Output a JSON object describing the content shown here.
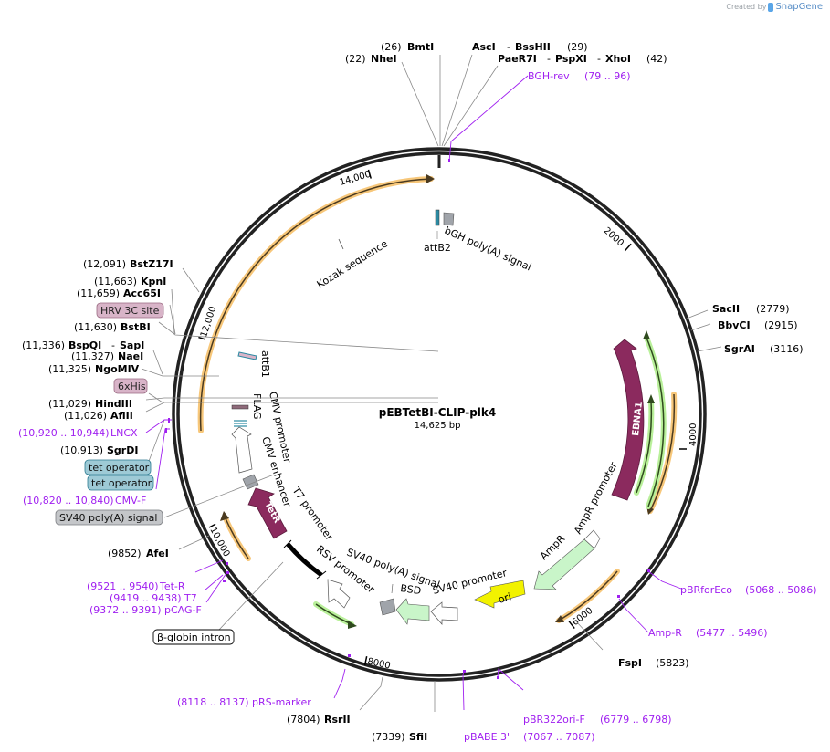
{
  "credit": {
    "prefix": "Created by",
    "brand": "SnapGene"
  },
  "plasmid": {
    "name": "pEBTetBI-CLIP-plk4",
    "length_label": "14,625 bp",
    "length": 14625
  },
  "colors": {
    "backbone": "#222222",
    "enzyme_text": "#000000",
    "primer": "#a020f0",
    "orf_orange": "#f5b24a",
    "orf_green": "#9ae36a",
    "tetr_ebna": "#8b2a5e",
    "ori": "#f2f200",
    "resistance": "#c9f5c9",
    "tag_pink": "#d8b4c8",
    "tet_op": "#9ecad6",
    "polyA_gray": "#a0a4aa"
  },
  "ticks": [
    {
      "label": "2000"
    },
    {
      "label": "4000"
    },
    {
      "label": "6000"
    },
    {
      "label": "8000"
    },
    {
      "label": "10,000"
    },
    {
      "label": "12,000"
    },
    {
      "label": "14,000"
    }
  ],
  "enzymes": [
    {
      "name": "NheI",
      "pos": "(22)"
    },
    {
      "name": "BmtI",
      "pos": "(26)"
    },
    {
      "name": "AscI",
      "sep": "-",
      "name2": "BssHII",
      "pos": "(29)"
    },
    {
      "name": "PaeR7I",
      "name2": "PspXI",
      "name3": "XhoI",
      "pos": "(42)"
    },
    {
      "name": "SacII",
      "pos": "(2779)"
    },
    {
      "name": "BbvCI",
      "pos": "(2915)"
    },
    {
      "name": "SgrAI",
      "pos": "(3116)"
    },
    {
      "name": "FspI",
      "pos": "(5823)"
    },
    {
      "name": "SfiI",
      "pos": "(7339)"
    },
    {
      "name": "RsrII",
      "pos": "(7804)"
    },
    {
      "name": "AfeI",
      "pos": "(9852)"
    },
    {
      "name": "SgrDI",
      "pos": "(10,913)"
    },
    {
      "name": "AflII",
      "pos": "(11,026)"
    },
    {
      "name": "HindIII",
      "pos": "(11,029)"
    },
    {
      "name": "NgoMIV",
      "pos": "(11,325)"
    },
    {
      "name": "NaeI",
      "pos": "(11,327)"
    },
    {
      "name": "BspQI",
      "name2": "SapI",
      "pos": "(11,336)"
    },
    {
      "name": "BstBI",
      "pos": "(11,630)"
    },
    {
      "name": "Acc65I",
      "pos": "(11,659)"
    },
    {
      "name": "KpnI",
      "pos": "(11,663)"
    },
    {
      "name": "BstZ17I",
      "pos": "(12,091)"
    }
  ],
  "primers": [
    {
      "name": "BGH-rev",
      "range": "(79 .. 96)"
    },
    {
      "name": "pBRforEco",
      "range": "(5068 .. 5086)"
    },
    {
      "name": "Amp-R",
      "range": "(5477 .. 5496)"
    },
    {
      "name": "pBR322ori-F",
      "range": "(6779 .. 6798)"
    },
    {
      "name": "pBABE 3'",
      "range": "(7067 .. 7087)"
    },
    {
      "name": "pRS-marker",
      "range": "(8118 .. 8137)"
    },
    {
      "name": "pCAG-F",
      "range": "(9372 .. 9391)"
    },
    {
      "name": "T7",
      "range": "(9419 .. 9438)"
    },
    {
      "name": "Tet-R",
      "range": "(9521 .. 9540)"
    },
    {
      "name": "CMV-F",
      "range": "(10,820 .. 10,840)"
    },
    {
      "name": "LNCX",
      "range": "(10,920 .. 10,944)"
    }
  ],
  "boxed_labels": {
    "hrv": "HRV 3C site",
    "his": "6xHis",
    "tetop1": "tet operator",
    "tetop2": "tet operator",
    "sv40pa": "SV40 poly(A) signal",
    "bglobin": "β-globin intron"
  },
  "features": {
    "ebna1": "EBNA1",
    "tetr": "TetR",
    "ori": "ori",
    "ampr": "AmpR",
    "ampr_promoter": "AmpR promoter",
    "bsd": "BSD",
    "sv40_promoter": "SV40 promoter",
    "sv40_polyA": "SV40 poly(A) signal",
    "rsv_promoter": "RSV promoter",
    "t7_promoter": "T7 promoter",
    "cmv_enhancer": "CMV enhancer",
    "cmv_promoter": "CMV promoter",
    "flag": "FLAG",
    "attb1": "attB1",
    "attb2": "attB2",
    "bgh_polyA": "bGH poly(A) signal",
    "kozak": "Kozak sequence"
  }
}
